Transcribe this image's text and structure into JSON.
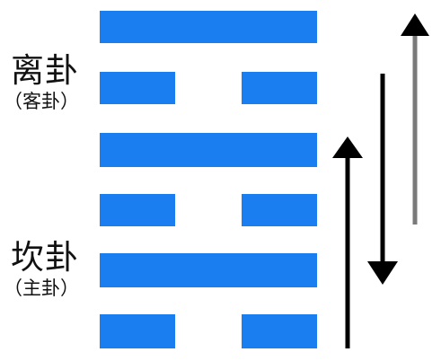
{
  "upper_trigram": {
    "name": "离卦",
    "role": "（客卦）"
  },
  "lower_trigram": {
    "name": "坎卦",
    "role": "（主卦）"
  },
  "lines": [
    {
      "position": 6,
      "type": "yang"
    },
    {
      "position": 5,
      "type": "yin"
    },
    {
      "position": 4,
      "type": "yang"
    },
    {
      "position": 3,
      "type": "yin"
    },
    {
      "position": 2,
      "type": "yang"
    },
    {
      "position": 1,
      "type": "yin"
    }
  ],
  "colors": {
    "line": "#1a7ef0",
    "arrow_dark": "#000000",
    "arrow_gray": "#7a7a7a"
  },
  "arrows": [
    {
      "name": "upper-trigram-up-arrow",
      "direction": "up",
      "color": "gray"
    },
    {
      "name": "upper-trigram-down-arrow",
      "direction": "down",
      "color": "dark"
    },
    {
      "name": "lower-trigram-up-arrow",
      "direction": "up",
      "color": "dark"
    }
  ]
}
